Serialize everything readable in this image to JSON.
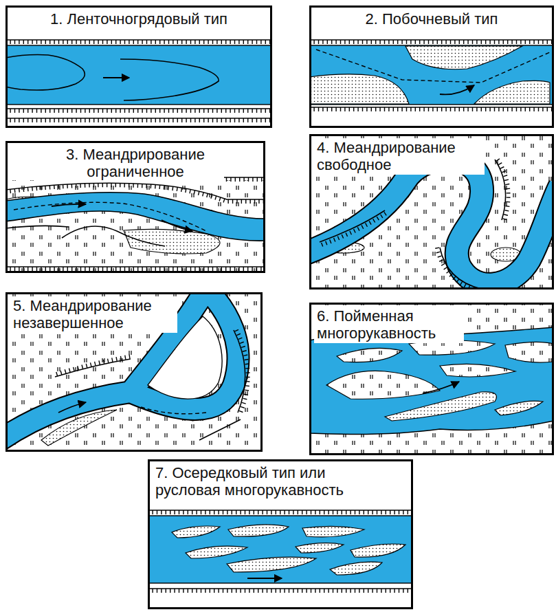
{
  "diagram": {
    "nodes": [
      {
        "text": [
          "1. Ленточногрядовый тип"
        ]
      },
      {
        "text": [
          "2. Побочневый тип"
        ]
      },
      {
        "text": [
          "3. Меандрирование ограниченное"
        ]
      },
      {
        "text": [
          "4. Меандрирование свободное"
        ]
      },
      {
        "text": [
          "5. Меандрирование незавершенное"
        ]
      },
      {
        "text": [
          "6. Пойменная многорукавность"
        ]
      },
      {
        "text": [
          "7. Осередковый тип или русловая многорукавность"
        ]
      }
    ]
  }
}
